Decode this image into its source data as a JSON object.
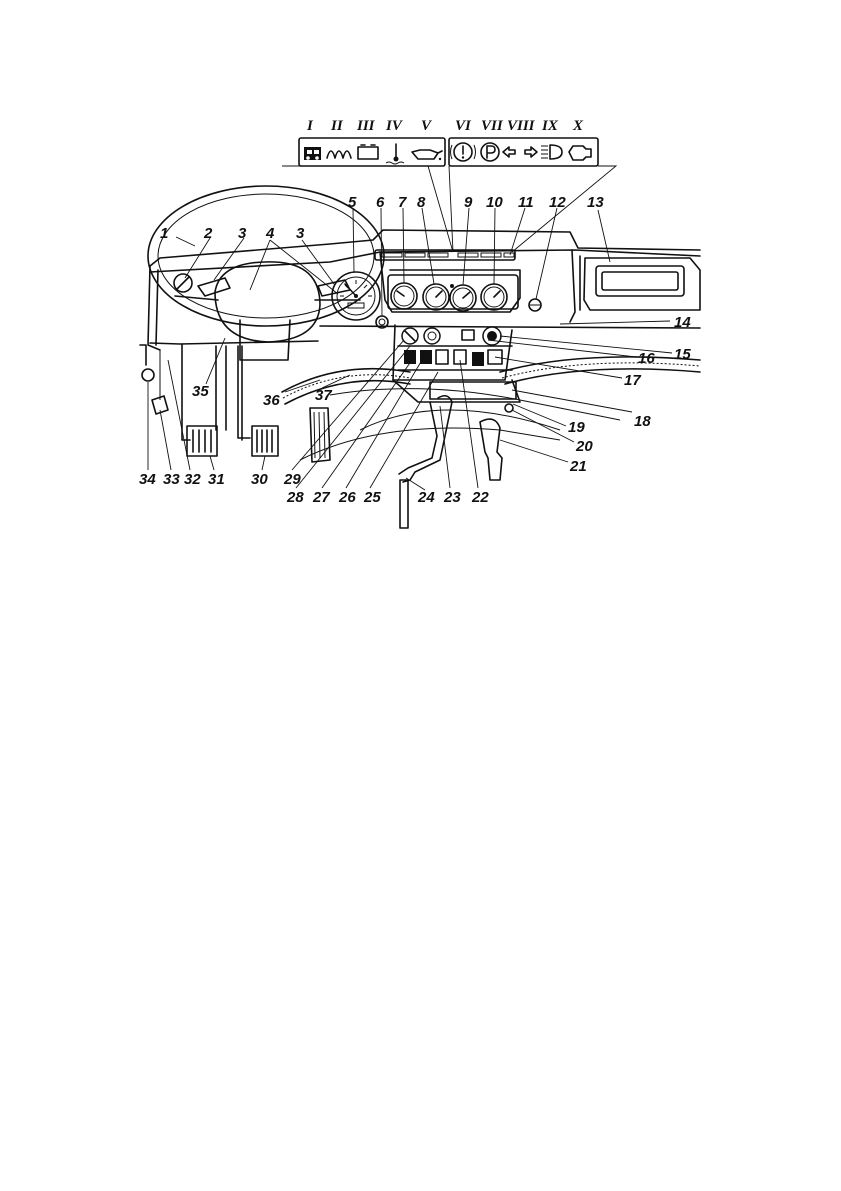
{
  "indicator_panel": {
    "roman_labels": [
      "I",
      "II",
      "III",
      "IV",
      "V",
      "VI",
      "VII",
      "VIII",
      "IX",
      "X"
    ],
    "icons": [
      "car-door-icon",
      "glow-plug-coil-icon",
      "battery-icon",
      "coolant-temperature-icon",
      "oil-can-icon",
      "brake-warning-icon",
      "parking-brake-icon",
      "turn-left-arrow-icon",
      "turn-right-arrow-icon",
      "high-beam-icon",
      "check-engine-icon"
    ]
  },
  "callouts": [
    "1",
    "2",
    "3",
    "4",
    "3",
    "5",
    "6",
    "7",
    "8",
    "9",
    "10",
    "11",
    "12",
    "13",
    "14",
    "15",
    "16",
    "17",
    "18",
    "19",
    "20",
    "21",
    "22",
    "23",
    "24",
    "25",
    "26",
    "27",
    "28",
    "29",
    "30",
    "31",
    "32",
    "33",
    "34",
    "35",
    "36",
    "37"
  ]
}
